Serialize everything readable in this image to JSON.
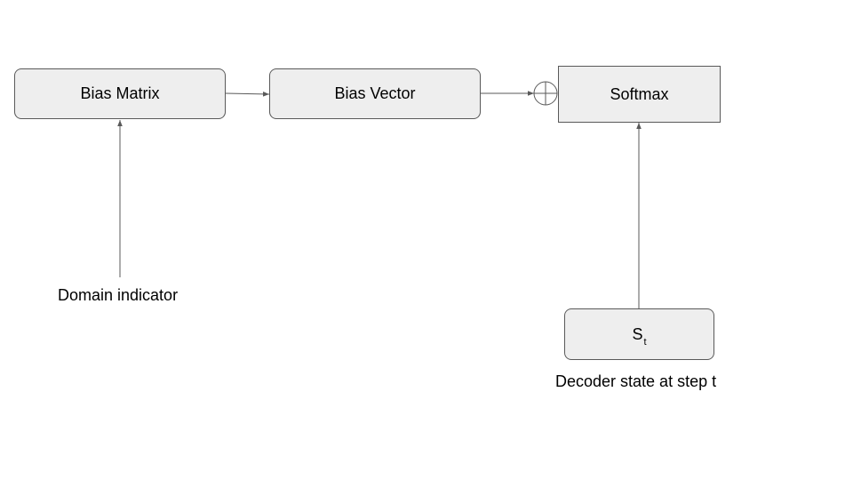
{
  "nodes": {
    "bias_matrix": "Bias Matrix",
    "bias_vector": "Bias Vector",
    "softmax": "Softmax",
    "state_main": "S",
    "state_sub": "t"
  },
  "labels": {
    "domain_indicator": "Domain indicator",
    "decoder_state": "Decoder state at step t"
  },
  "icons": {
    "add_operator": "circle-plus-icon"
  },
  "colors": {
    "node_fill": "#eeeeee",
    "stroke": "#595959"
  }
}
